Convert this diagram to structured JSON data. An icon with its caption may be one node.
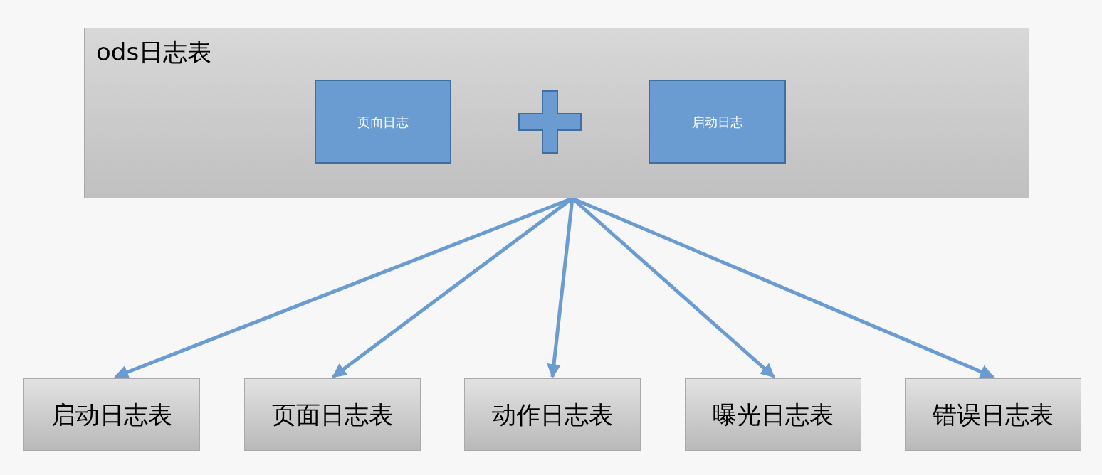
{
  "diagram": {
    "nodes": [
      {
        "text": [
          "ods日志表"
        ]
      },
      {
        "text": [
          "页面日志"
        ],
        "in": 0
      },
      {
        "text": [
          "启动日志"
        ],
        "in": 0
      },
      {
        "text": [
          "启动日志表"
        ]
      },
      {
        "text": [
          "页面日志表"
        ]
      },
      {
        "text": [
          "动作日志表"
        ]
      },
      {
        "text": [
          "曝光日志表"
        ]
      },
      {
        "text": [
          "错误日志表"
        ]
      }
    ],
    "edges": [
      {
        "from": 0,
        "to": 3,
        "arrow": "to"
      },
      {
        "from": 0,
        "to": 4,
        "arrow": "to"
      },
      {
        "from": 0,
        "to": 5,
        "arrow": "to"
      },
      {
        "from": 0,
        "to": 6,
        "arrow": "to"
      },
      {
        "from": 0,
        "to": 7,
        "arrow": "to"
      }
    ]
  }
}
